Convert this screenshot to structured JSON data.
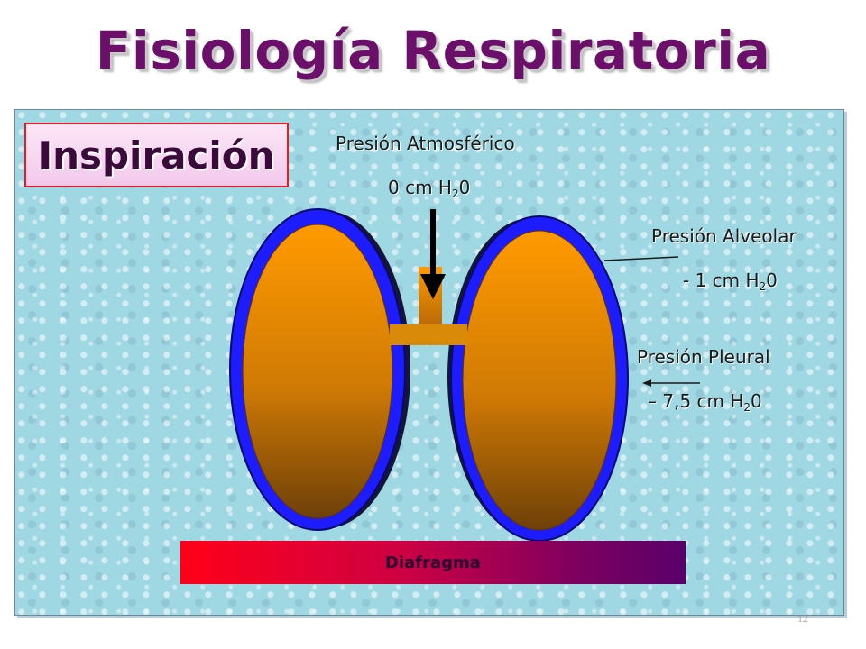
{
  "title": "Fisiología Respiratoria",
  "phase_label": "Inspiración",
  "labels": {
    "atmospheric_name": "Presión Atmosférico",
    "atmospheric_value": "0 cm H",
    "alveolar_name": "Presión Alveolar",
    "alveolar_value": "- 1 cm H",
    "pleural_name": "Presión Pleural",
    "pleural_value": "– 7,5 cm H",
    "subscript": "2",
    "suffix": "0"
  },
  "diaphragm_label": "Diafragma",
  "page_number": "12",
  "colors": {
    "title": "#6b0f6b",
    "lung_fill_top": "#ff9a00",
    "lung_fill_bottom": "#7a4a0a",
    "pleura": "#1c1cff",
    "background": "#9fd7e3",
    "diaphragm_start": "#ff0019",
    "diaphragm_end": "#5a006a"
  }
}
